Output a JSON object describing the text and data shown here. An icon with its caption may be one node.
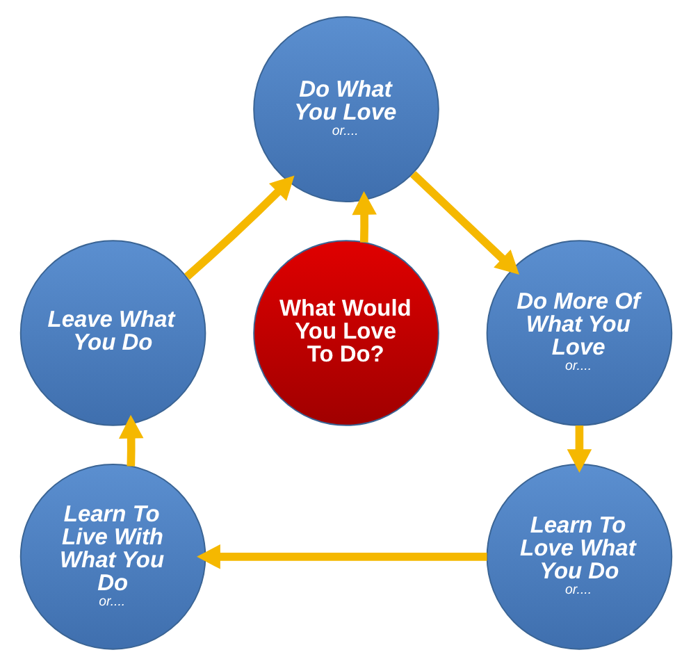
{
  "diagram": {
    "nodes": [
      {
        "text": [
          "Do What You Love",
          "or...."
        ]
      },
      {
        "text": [
          "Leave What You Do"
        ]
      },
      {
        "text": [
          "What Would You Love To Do?"
        ]
      },
      {
        "text": [
          "Do More Of What You Love",
          "or...."
        ]
      },
      {
        "text": [
          "Learn To Live With What You Do",
          "or...."
        ]
      },
      {
        "text": [
          "Learn To Love What You Do",
          "or...."
        ]
      }
    ],
    "edges": [
      {
        "from": 2,
        "to": 0,
        "arrow": "to"
      },
      {
        "from": 0,
        "to": 3,
        "arrow": "to"
      },
      {
        "from": 3,
        "to": 5,
        "arrow": "to"
      },
      {
        "from": 5,
        "to": 4,
        "arrow": "to"
      },
      {
        "from": 4,
        "to": 1,
        "arrow": "to"
      },
      {
        "from": 1,
        "to": 0,
        "arrow": "to"
      }
    ]
  }
}
